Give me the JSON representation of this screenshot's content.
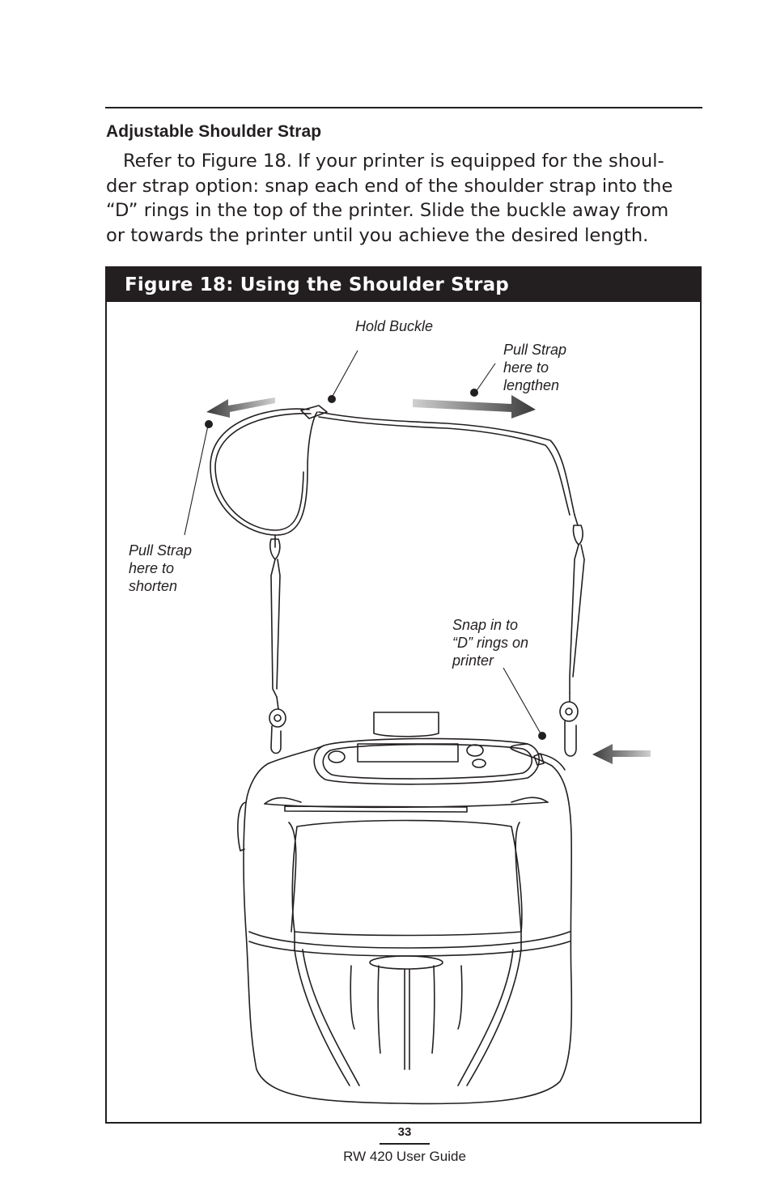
{
  "section": {
    "heading": "Adjustable Shoulder Strap",
    "paragraph_lines": [
      "Refer to Figure 18.  If your printer is equipped for the shoul-",
      "der strap option: snap each end of the shoulder strap into the",
      "“D” rings in the top of the printer.  Slide the buckle away from",
      "or towards the printer until you achieve the desired length."
    ]
  },
  "figure": {
    "title": "Figure 18: Using the Shoulder Strap",
    "callouts": {
      "hold_buckle": "Hold Buckle",
      "pull_lengthen": "Pull Strap\nhere to\nlengthen",
      "pull_shorten": "Pull Strap\nhere to\nshorten",
      "snap_d_rings": "Snap in to\n“D” rings on\nprinter"
    }
  },
  "footer": {
    "page_number": "33",
    "guide_title": "RW 420 User Guide"
  }
}
